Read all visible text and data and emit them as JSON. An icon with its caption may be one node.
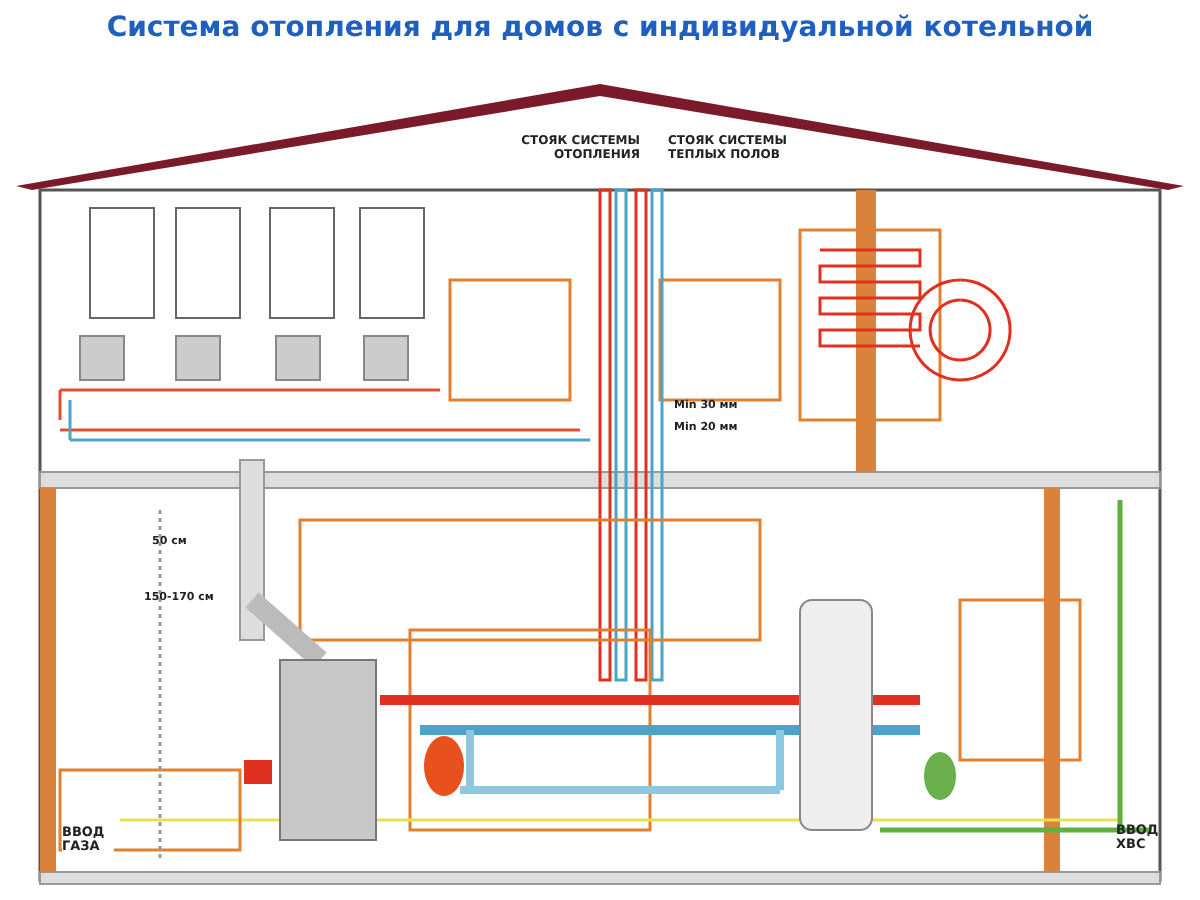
{
  "diagram": {
    "title": "Система отопления для домов с индивидуальной котельной",
    "labels": [
      "СТОЯК СИСТЕМЫ ОТОПЛЕНИЯ",
      "СТОЯК СИСТЕМЫ ТЕПЛЫХ ПОЛОВ",
      "Min 30 мм",
      "Min 20 мм",
      "50 см",
      "150-170 см",
      "ВВОД ГАЗА",
      "ВВОД ХВС"
    ]
  }
}
